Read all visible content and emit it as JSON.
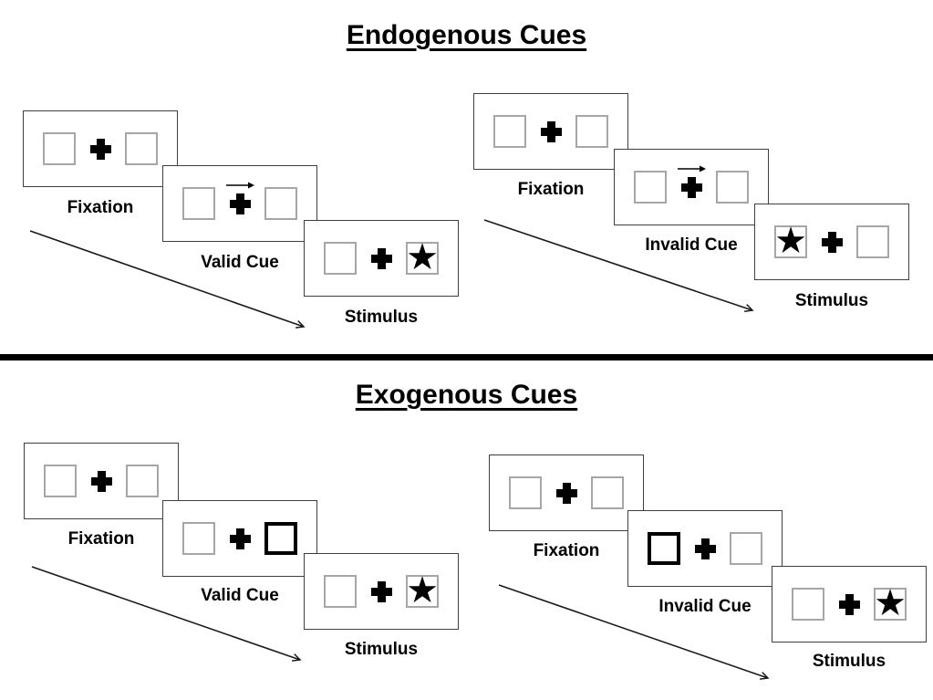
{
  "diagram": {
    "sections": [
      {
        "title": "Endogenous Cues",
        "panels": [
          {
            "name": "valid-trial",
            "cue_style": "central rightward arrow above fixation cross",
            "cards": [
              {
                "label": "Fixation",
                "left_box": "empty",
                "center": "fixation-cross",
                "right_box": "empty"
              },
              {
                "label": "Valid Cue",
                "left_box": "empty",
                "center": "fixation-cross with rightward arrow above",
                "right_box": "empty"
              },
              {
                "label": "Stimulus",
                "left_box": "empty",
                "center": "fixation-cross",
                "right_box": "star"
              }
            ]
          },
          {
            "name": "invalid-trial",
            "cue_style": "central rightward arrow above fixation cross",
            "cards": [
              {
                "label": "Fixation",
                "left_box": "empty",
                "center": "fixation-cross",
                "right_box": "empty"
              },
              {
                "label": "Invalid Cue",
                "left_box": "empty",
                "center": "fixation-cross with rightward arrow above",
                "right_box": "empty"
              },
              {
                "label": "Stimulus",
                "left_box": "star",
                "center": "fixation-cross",
                "right_box": "empty"
              }
            ]
          }
        ]
      },
      {
        "title": "Exogenous Cues",
        "panels": [
          {
            "name": "valid-trial",
            "cue_style": "peripheral thick-outlined box",
            "cards": [
              {
                "label": "Fixation",
                "left_box": "empty",
                "center": "fixation-cross",
                "right_box": "empty"
              },
              {
                "label": "Valid Cue",
                "left_box": "empty",
                "center": "fixation-cross",
                "right_box": "thick-outline"
              },
              {
                "label": "Stimulus",
                "left_box": "empty",
                "center": "fixation-cross",
                "right_box": "star"
              }
            ]
          },
          {
            "name": "invalid-trial",
            "cue_style": "peripheral thick-outlined box",
            "cards": [
              {
                "label": "Fixation",
                "left_box": "empty",
                "center": "fixation-cross",
                "right_box": "empty"
              },
              {
                "label": "Invalid Cue",
                "left_box": "thick-outline",
                "center": "fixation-cross",
                "right_box": "empty"
              },
              {
                "label": "Stimulus",
                "left_box": "empty",
                "center": "fixation-cross",
                "right_box": "star"
              }
            ]
          }
        ]
      }
    ]
  },
  "icons": {
    "star": "★",
    "fixation_cross": "heavy plus",
    "cue_arrow": "thin rightward arrow",
    "timeline_arrow": "diagonal arrow down-right"
  },
  "colors": {
    "background": "#ffffff",
    "card_border": "#3f3f3f",
    "box_border": "#a6a6a6",
    "highlight_box_border": "#000000",
    "divider": "#000000",
    "text": "#000000"
  }
}
